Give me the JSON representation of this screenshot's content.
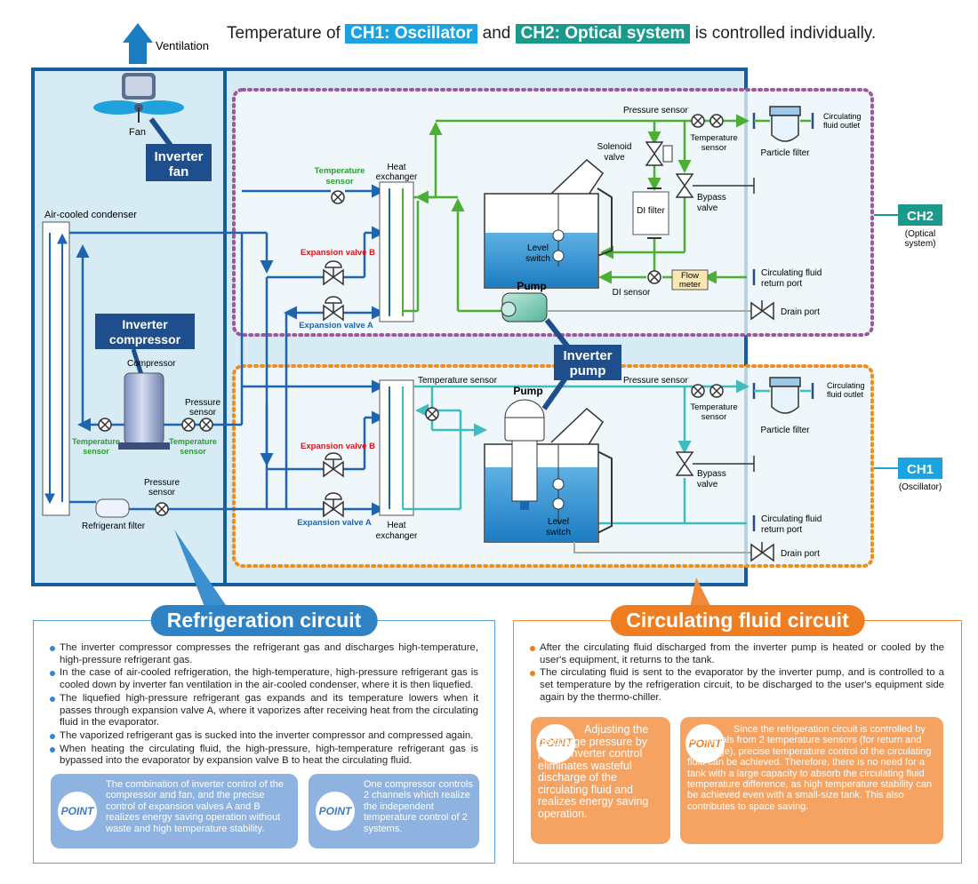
{
  "header": {
    "prefix": "Temperature of",
    "ch1_chip": "CH1: Oscillator",
    "middle": "and",
    "ch2_chip": "CH2: Optical system",
    "suffix": "is controlled individually."
  },
  "colors": {
    "refrigerant_line": "#1f64b0",
    "ch2_line": "#4cae32",
    "ch1_line": "#3fbcc0",
    "ch2_border": "#a0589d",
    "ch1_border": "#f28c1e",
    "panel_border": "#14609f",
    "panel_fill": "#d6ebf3",
    "navy_label": "#1f4e8c",
    "temp_sensor_green": "#2e9b37",
    "expansion_b_red": "#d7141d",
    "expansion_a_blue": "#1f64b0"
  },
  "labels": {
    "ventilation": "Ventilation",
    "fan": "Fan",
    "inverter_fan_1": "Inverter",
    "inverter_fan_2": "fan",
    "air_cooled_condenser": "Air-cooled condenser",
    "inverter_compressor_1": "Inverter",
    "inverter_compressor_2": "compressor",
    "compressor": "Compressor",
    "pressure": "Pressure",
    "sensor": "sensor",
    "temperature": "Temperature",
    "refrigerant_filter": "Refrigerant filter",
    "heat": "Heat",
    "exchanger": "exchanger",
    "temperature_sensor": "Temperature sensor",
    "expansion_valve_b": "Expansion valve B",
    "expansion_valve_a": "Expansion valve A",
    "pressure_sensor": "Pressure sensor",
    "solenoid": "Solenoid",
    "valve": "valve",
    "di_filter": "DI filter",
    "bypass": "Bypass",
    "level": "Level",
    "switch": "switch",
    "pump": "Pump",
    "di_sensor": "DI sensor",
    "flow": "Flow",
    "meter": "meter",
    "circulating_fluid_return_1": "Circulating fluid",
    "circulating_fluid_return_2": "return port",
    "circulating_1": "Circulating",
    "fluid_outlet": "fluid outlet",
    "particle_filter": "Particle filter",
    "drain_port": "Drain port",
    "inverter_pump_1": "Inverter",
    "inverter_pump_2": "pump",
    "ch2": "CH2",
    "ch2_sub_1": "(Optical",
    "ch2_sub_2": "system)",
    "ch1": "CH1",
    "ch1_sub": "(Oscillator)"
  },
  "refrigeration": {
    "title": "Refrigeration circuit",
    "bullets": [
      "The inverter compressor compresses the refrigerant gas and discharges high-temperature, high-pressure refrigerant gas.",
      "In the case of air-cooled refrigeration, the high-temperature, high-pressure refrigerant gas is cooled down by inverter fan ventilation in the air-cooled condenser, where it is then liquefied.",
      "The liquefied high-pressure refrigerant gas expands and its temperature lowers when it passes through expansion valve A, where it vaporizes after receiving heat from the circulating fluid in the evaporator.",
      "The vaporized refrigerant gas is sucked into the inverter compressor and compressed again.",
      "When heating the circulating fluid, the high-pressure, high-temperature refrigerant gas is bypassed into the evaporator by expansion valve B to heat the circulating fluid."
    ],
    "point_badge": "POINT",
    "point1": "The combination of inverter control of the compressor and fan, and the precise control of expansion valves A and B realizes energy saving operation without waste and high temperature stability.",
    "point2": "One compressor controls 2 channels which realize the independent temperature control of 2 systems."
  },
  "circulating": {
    "title": "Circulating fluid circuit",
    "bullets": [
      "After the circulating fluid discharged from the inverter pump is heated or cooled by the user's equipment, it returns to the tank.",
      "The circulating fluid is sent to the evaporator by the inverter pump, and is controlled to a set temperature by the refrigeration circuit, to be discharged to the user's equipment side again by the thermo-chiller."
    ],
    "point_badge": "POINT",
    "point1": "Adjusting the discharge pressure by pump inverter control eliminates wasteful discharge of the circulating fluid and realizes energy saving operation.",
    "point2": "Since the refrigeration circuit is controlled by the signals from 2 temperature sensors (for return and discharge), precise temperature control of the circulating fluid can be achieved. Therefore, there is no need for a tank with a large capacity to absorb the circulating fluid temperature difference, as high temperature stability can be achieved even with a small-size tank. This also contributes to space saving."
  }
}
